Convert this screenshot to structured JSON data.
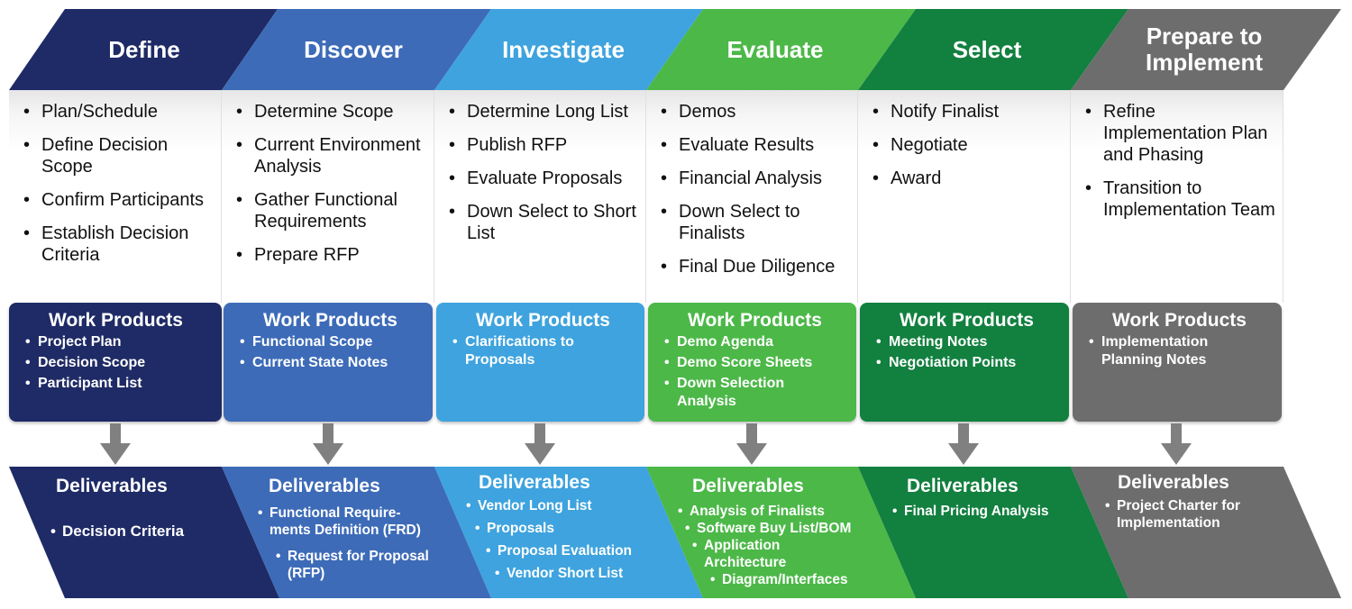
{
  "colors": {
    "define": "#1f2b66",
    "discover": "#3d6bb8",
    "investigate": "#3ea3de",
    "evaluate": "#4cb848",
    "select": "#12803f",
    "prepare": "#6d6d6d",
    "arrow": "#808080"
  },
  "stages": [
    {
      "title": "Define",
      "tasks": [
        "Plan/Schedule",
        "Define Decision Scope",
        "Confirm Participants",
        "Establish Decision Criteria"
      ],
      "work_products_title": "Work Products",
      "work_products": [
        "Project Plan",
        "Decision Scope",
        "Participant List"
      ],
      "deliverables_title": "Deliverables",
      "deliverables": [
        "Decision Criteria"
      ]
    },
    {
      "title": "Discover",
      "tasks": [
        "Determine Scope",
        "Current Environment Analysis",
        "Gather Functional Requirements",
        "Prepare RFP"
      ],
      "work_products_title": "Work Products",
      "work_products": [
        "Functional Scope",
        "Current State Notes"
      ],
      "deliverables_title": "Deliverables",
      "deliverables": [
        "Functional Require-ments Definition (FRD)",
        "Request for Proposal (RFP)"
      ]
    },
    {
      "title": "Investigate",
      "tasks": [
        "Determine Long List",
        "Publish RFP",
        "Evaluate Proposals",
        "Down Select to Short List"
      ],
      "work_products_title": "Work Products",
      "work_products": [
        "Clarifications to Proposals"
      ],
      "deliverables_title": "Deliverables",
      "deliverables": [
        "Vendor Long List",
        "Proposals",
        "Proposal Evaluation",
        "Vendor Short List"
      ]
    },
    {
      "title": "Evaluate",
      "tasks": [
        "Demos",
        "Evaluate Results",
        "Financial Analysis",
        "Down Select to Finalists",
        "Final Due Diligence"
      ],
      "work_products_title": "Work Products",
      "work_products": [
        "Demo Agenda",
        "Demo Score Sheets",
        "Down Selection Analysis"
      ],
      "deliverables_title": "Deliverables",
      "deliverables": [
        "Analysis of Finalists",
        "Software Buy List/BOM",
        "Application Architecture",
        "Diagram/Interfaces"
      ]
    },
    {
      "title": "Select",
      "tasks": [
        "Notify Finalist",
        "Negotiate",
        "Award"
      ],
      "work_products_title": "Work Products",
      "work_products": [
        "Meeting Notes",
        "Negotiation Points"
      ],
      "deliverables_title": "Deliverables",
      "deliverables": [
        "Final Pricing Analysis"
      ]
    },
    {
      "title": "Prepare to Implement",
      "tasks": [
        "Refine Implementation Plan and Phasing",
        "Transition to Implementation Team"
      ],
      "work_products_title": "Work Products",
      "work_products": [
        "Implementation Planning Notes"
      ],
      "deliverables_title": "Deliverables",
      "deliverables": [
        "Project Charter for Implementation"
      ]
    }
  ]
}
